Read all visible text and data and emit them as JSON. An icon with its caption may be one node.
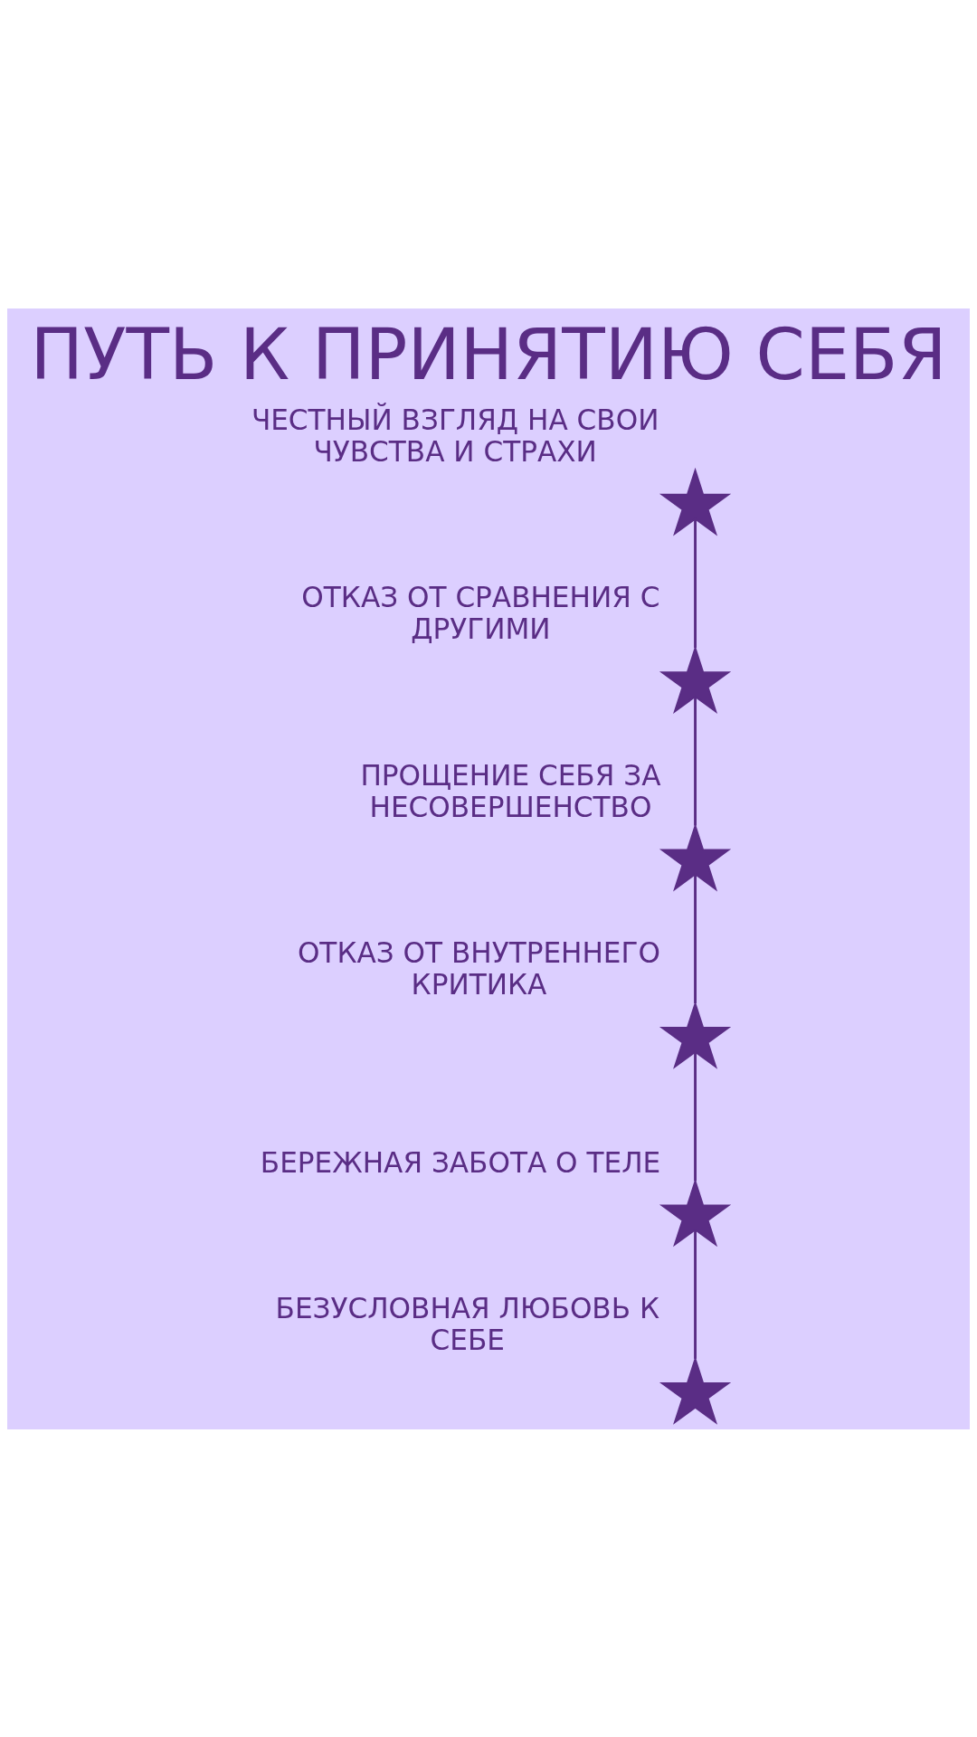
{
  "diagram": {
    "title": "ПУТЬ К ПРИНЯТИЮ СЕБЯ",
    "nodes": [
      {
        "text": [],
        "shape": "star",
        "beside": [
          "ЧЕСТНЫЙ ВЗГЛЯД НА СВОИ ЧУВСТВА И СТРАХИ"
        ]
      },
      {
        "text": [],
        "shape": "star",
        "beside": [
          "ОТКАЗ ОТ СРАВНЕНИЯ С ДРУГИМИ"
        ]
      },
      {
        "text": [],
        "shape": "star",
        "beside": [
          "ПРОЩЕНИЕ СЕБЯ ЗА НЕСОВЕРШЕНСТВО"
        ]
      },
      {
        "text": [],
        "shape": "star",
        "beside": [
          "ОТКАЗ ОТ ВНУТРЕННЕГО КРИТИКА"
        ]
      },
      {
        "text": [],
        "shape": "star",
        "beside": [
          "БЕРЕЖНАЯ ЗАБОТА О ТЕЛЕ"
        ]
      },
      {
        "text": [],
        "shape": "star",
        "beside": [
          "БЕЗУСЛОВНАЯ ЛЮБОВЬ К СЕБЕ"
        ]
      }
    ],
    "edges": [
      {
        "from": 0,
        "to": 1,
        "arrow": "none"
      },
      {
        "from": 1,
        "to": 2,
        "arrow": "none"
      },
      {
        "from": 2,
        "to": 3,
        "arrow": "none"
      },
      {
        "from": 3,
        "to": 4,
        "arrow": "none"
      },
      {
        "from": 4,
        "to": 5,
        "arrow": "none"
      }
    ]
  }
}
